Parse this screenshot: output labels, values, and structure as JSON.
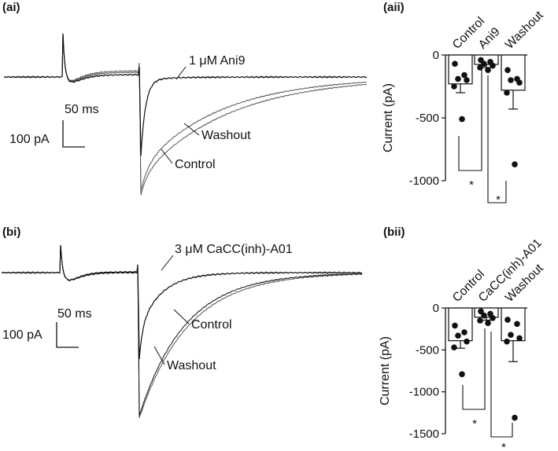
{
  "chart_data": [
    {
      "panel": "(ai)",
      "type": "line",
      "trace_labels": [
        "1 μM Ani9",
        "Washout",
        "Control"
      ],
      "scale_bar": {
        "time": "50 ms",
        "current": "100 pA"
      }
    },
    {
      "panel": "(aii)",
      "type": "bar",
      "categories": [
        "Control",
        "Ani9",
        "Washout"
      ],
      "values": [
        -230,
        -75,
        -280
      ],
      "errors": [
        70,
        25,
        150
      ],
      "points": [
        [
          -70,
          -160,
          -190,
          -200,
          -250,
          -510
        ],
        [
          -40,
          -55,
          -70,
          -85,
          -100,
          -120
        ],
        [
          -120,
          -190,
          -200,
          -220,
          -300,
          -870
        ]
      ],
      "ylabel": "Current (pA)",
      "ylim": [
        -1000,
        0
      ],
      "yticks": [
        0,
        -500,
        -1000
      ],
      "significance": [
        "*",
        "*"
      ]
    },
    {
      "panel": "(bi)",
      "type": "line",
      "trace_labels": [
        "3 μM CaCC(inh)-A01",
        "Control",
        "Washout"
      ],
      "scale_bar": {
        "time": "50 ms",
        "current": "100 pA"
      }
    },
    {
      "panel": "(bii)",
      "type": "bar",
      "categories": [
        "Control",
        "CaCC(inh)-A01",
        "Washout"
      ],
      "values": [
        -390,
        -110,
        -390
      ],
      "errors": [
        90,
        35,
        250
      ],
      "points": [
        [
          -210,
          -290,
          -330,
          -400,
          -470,
          -790
        ],
        [
          -40,
          -70,
          -90,
          -120,
          -150,
          -180
        ],
        [
          -140,
          -190,
          -320,
          -360,
          -400,
          -1310
        ]
      ],
      "ylabel": "Current (pA)",
      "ylim": [
        -1500,
        0
      ],
      "yticks": [
        0,
        -500,
        -1000,
        -1500
      ],
      "significance": [
        "*",
        "*"
      ]
    }
  ],
  "colors": {
    "ink": "#111111",
    "trace_gray": "#555555"
  }
}
